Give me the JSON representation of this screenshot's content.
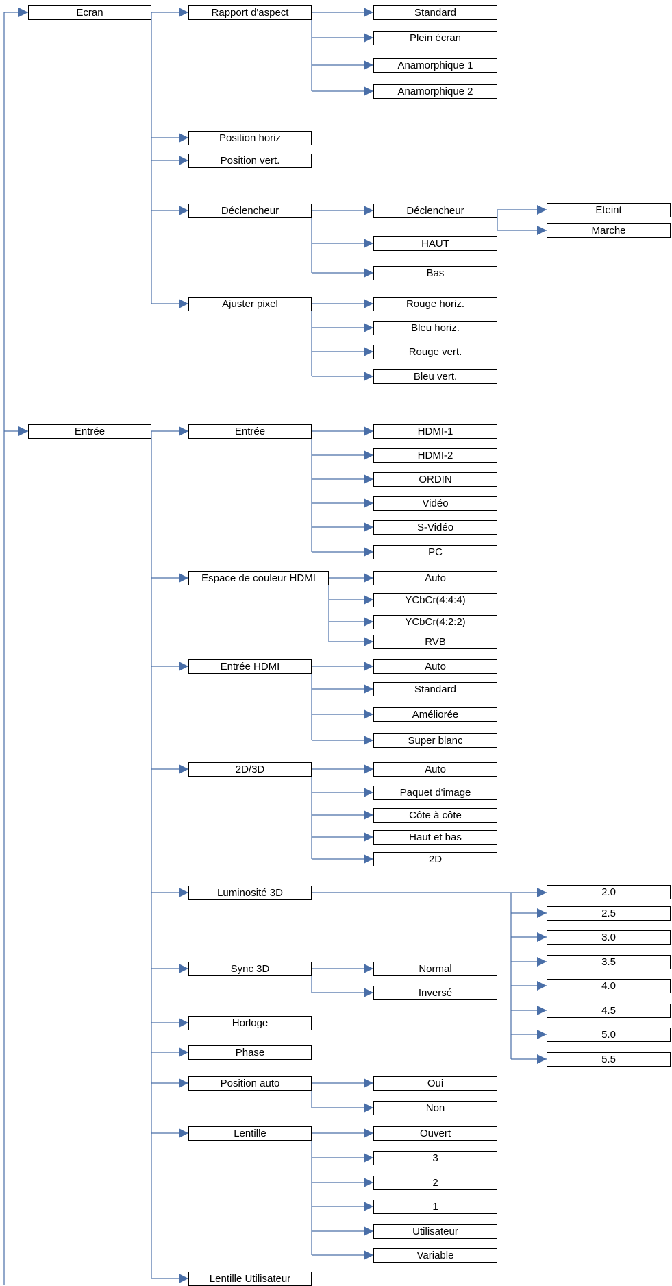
{
  "colors": {
    "connector": "#4a6fa8",
    "box_border": "#000000"
  },
  "menu": {
    "ecran": {
      "label": "Ecran",
      "rapport": {
        "label": "Rapport d'aspect",
        "options": [
          "Standard",
          "Plein écran",
          "Anamorphique 1",
          "Anamorphique 2"
        ]
      },
      "pos_horiz": "Position horiz",
      "pos_vert": "Position vert.",
      "declencheur": {
        "label": "Déclencheur",
        "sub": {
          "label": "Déclencheur",
          "options": [
            "Eteint",
            "Marche"
          ]
        },
        "haut": "HAUT",
        "bas": "Bas"
      },
      "ajuster": {
        "label": "Ajuster pixel",
        "options": [
          "Rouge horiz.",
          "Bleu horiz.",
          "Rouge vert.",
          "Bleu vert."
        ]
      }
    },
    "entree": {
      "label": "Entrée",
      "entree_src": {
        "label": "Entrée",
        "options": [
          "HDMI-1",
          "HDMI-2",
          "ORDIN",
          "Vidéo",
          "S-Vidéo",
          "PC"
        ]
      },
      "espace": {
        "label": "Espace de couleur HDMI",
        "options": [
          "Auto",
          "YCbCr(4:4:4)",
          "YCbCr(4:2:2)",
          "RVB"
        ]
      },
      "hdmi": {
        "label": "Entrée HDMI",
        "options": [
          "Auto",
          "Standard",
          "Améliorée",
          "Super blanc"
        ]
      },
      "mode3d": {
        "label": "2D/3D",
        "options": [
          "Auto",
          "Paquet d'image",
          "Côte à côte",
          "Haut et bas",
          "2D"
        ]
      },
      "lum3d": {
        "label": "Luminosité 3D",
        "options": [
          "2.0",
          "2.5",
          "3.0",
          "3.5",
          "4.0",
          "4.5",
          "5.0",
          "5.5"
        ]
      },
      "sync3d": {
        "label": "Sync 3D",
        "options": [
          "Normal",
          "Inversé"
        ]
      },
      "horloge": "Horloge",
      "phase": "Phase",
      "posauto": {
        "label": "Position auto",
        "options": [
          "Oui",
          "Non"
        ]
      },
      "lentille": {
        "label": "Lentille",
        "options": [
          "Ouvert",
          "3",
          "2",
          "1",
          "Utilisateur",
          "Variable"
        ]
      },
      "lentille_user": "Lentille Utilisateur"
    }
  }
}
